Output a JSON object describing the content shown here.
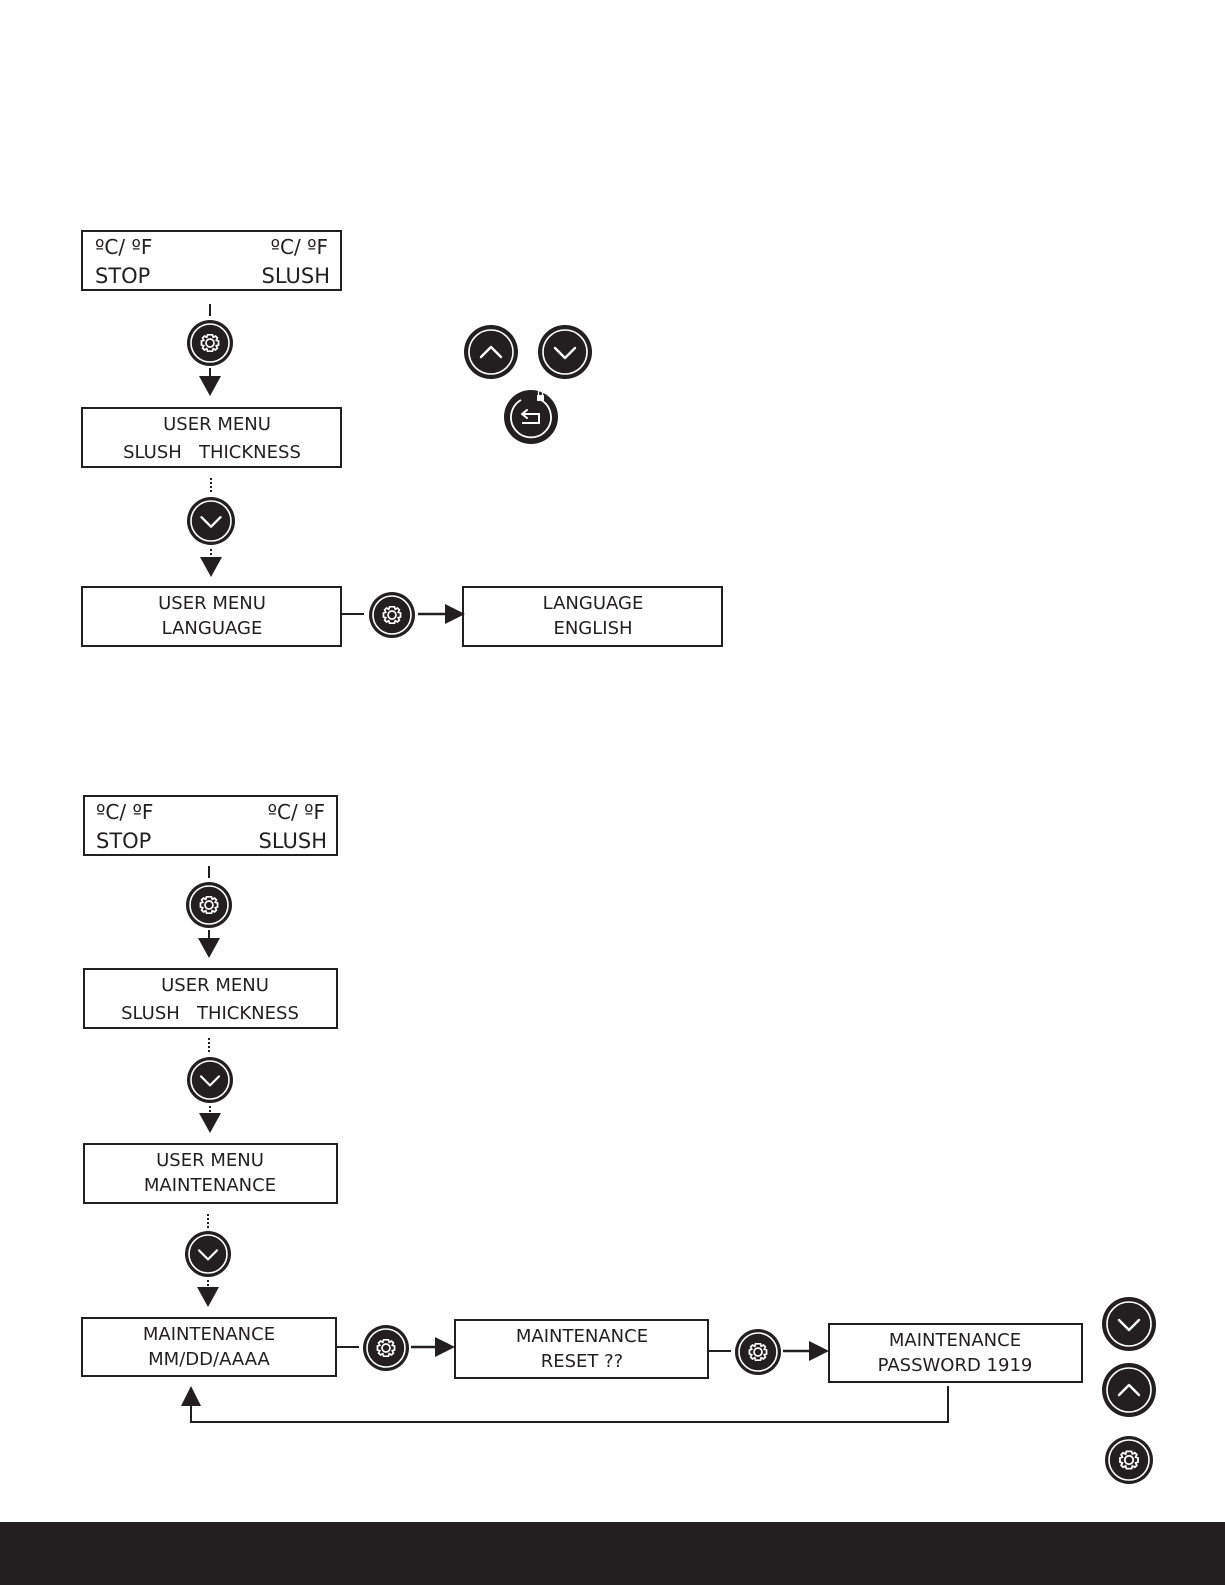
{
  "section1": {
    "display_start": {
      "top_left": "ºC/ ºF",
      "top_right": "ºC/ ºF",
      "bottom_left": "STOP",
      "bottom_right": "SLUSH"
    },
    "menu_slush": {
      "line1": "USER MENU",
      "line2": "SLUSH   THICKNESS"
    },
    "menu_language": {
      "line1": "USER MENU",
      "line2": "LANGUAGE"
    },
    "language_value": {
      "line1": "LANGUAGE",
      "line2": "ENGLISH"
    }
  },
  "section2": {
    "display_start": {
      "top_left": "ºC/ ºF",
      "top_right": "ºC/ ºF",
      "bottom_left": "STOP",
      "bottom_right": "SLUSH"
    },
    "menu_slush": {
      "line1": "USER MENU",
      "line2": "SLUSH   THICKNESS"
    },
    "menu_maintenance": {
      "line1": "USER MENU",
      "line2": "MAINTENANCE"
    },
    "maintenance_date": {
      "line1": "MAINTENANCE",
      "line2": "MM/DD/AAAA"
    },
    "maintenance_reset": {
      "line1": "MAINTENANCE",
      "line2": "RESET ??"
    },
    "maintenance_password": {
      "line1": "MAINTENANCE",
      "line2": "PASSWORD 1919"
    }
  },
  "colors": {
    "ink": "#231f20",
    "paper": "#ffffff",
    "footer": "#231f20"
  },
  "icons": {
    "settings": "gear-icon",
    "up": "chevron-up-icon",
    "down": "chevron-down-icon",
    "back": "back-lock-icon"
  }
}
